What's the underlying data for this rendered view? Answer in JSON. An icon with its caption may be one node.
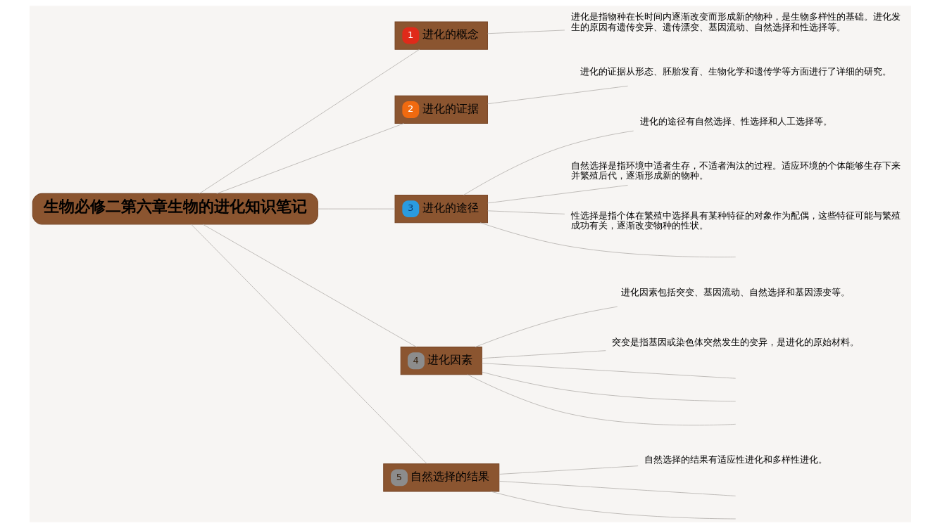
{
  "diagram": {
    "nodes": [
      {
        "text": [
          "生物必修二第六章生物的进化知识笔记"
        ]
      },
      {
        "text": [
          "1",
          "进化的概念"
        ]
      },
      {
        "text": [
          "2",
          "进化的证据"
        ]
      },
      {
        "text": [
          "3",
          "进化的途径"
        ]
      },
      {
        "text": [
          "4",
          "进化因素"
        ]
      },
      {
        "text": [
          "5",
          "自然选择的结果"
        ]
      },
      {
        "text": [
          "进化是指物种在长时间内逐渐改变而形成新的物种，是生物多样性的基础。进化发生的原因有遗传变异、遗传漂变、基因流动、自然选择和性选择等。"
        ]
      },
      {
        "text": [
          "进化的证据从形态、胚胎发育、生物化学和遗传学等方面进行了详细的研究。"
        ]
      },
      {
        "text": [
          "进化的途径有自然选择、性选择和人工选择等。"
        ]
      },
      {
        "text": [
          "自然选择是指环境中适者生存，不适者淘汰的过程。适应环境的个体能够生存下来并繁殖后代，逐渐形成新的物种。"
        ]
      },
      {
        "text": [
          "性选择是指个体在繁殖中选择具有某种特征的对象作为配偶，这些特征可能与繁殖成功有关，逐渐改变物种的性状。"
        ]
      },
      {
        "text": [
          "进化因素包括突变、基因流动、自然选择和基因漂变等。"
        ]
      },
      {
        "text": [
          "突变是指基因或染色体突然发生的变异，是进化的原始材料。"
        ]
      },
      {
        "text": [
          "自然选择的结果有适应性进化和多样性进化。"
        ]
      }
    ],
    "edges": [
      {
        "from": 0,
        "to": 1,
        "arrow": "none"
      },
      {
        "from": 0,
        "to": 2,
        "arrow": "none"
      },
      {
        "from": 0,
        "to": 3,
        "arrow": "none"
      },
      {
        "from": 0,
        "to": 4,
        "arrow": "none"
      },
      {
        "from": 0,
        "to": 5,
        "arrow": "none"
      },
      {
        "from": 1,
        "to": 6,
        "arrow": "none"
      },
      {
        "from": 2,
        "to": 7,
        "arrow": "none"
      },
      {
        "from": 3,
        "to": 8,
        "arrow": "none"
      },
      {
        "from": 3,
        "to": 9,
        "arrow": "none"
      },
      {
        "from": 3,
        "to": 10,
        "arrow": "none"
      },
      {
        "from": 3,
        "to": null,
        "arrow": "none"
      },
      {
        "from": 4,
        "to": 11,
        "arrow": "none"
      },
      {
        "from": 4,
        "to": 12,
        "arrow": "none"
      },
      {
        "from": 4,
        "to": null,
        "arrow": "none"
      },
      {
        "from": 4,
        "to": null,
        "arrow": "none"
      },
      {
        "from": 4,
        "to": null,
        "arrow": "none"
      },
      {
        "from": 5,
        "to": 13,
        "arrow": "none"
      },
      {
        "from": 5,
        "to": null,
        "arrow": "none"
      },
      {
        "from": 5,
        "to": null,
        "arrow": "none"
      }
    ]
  }
}
